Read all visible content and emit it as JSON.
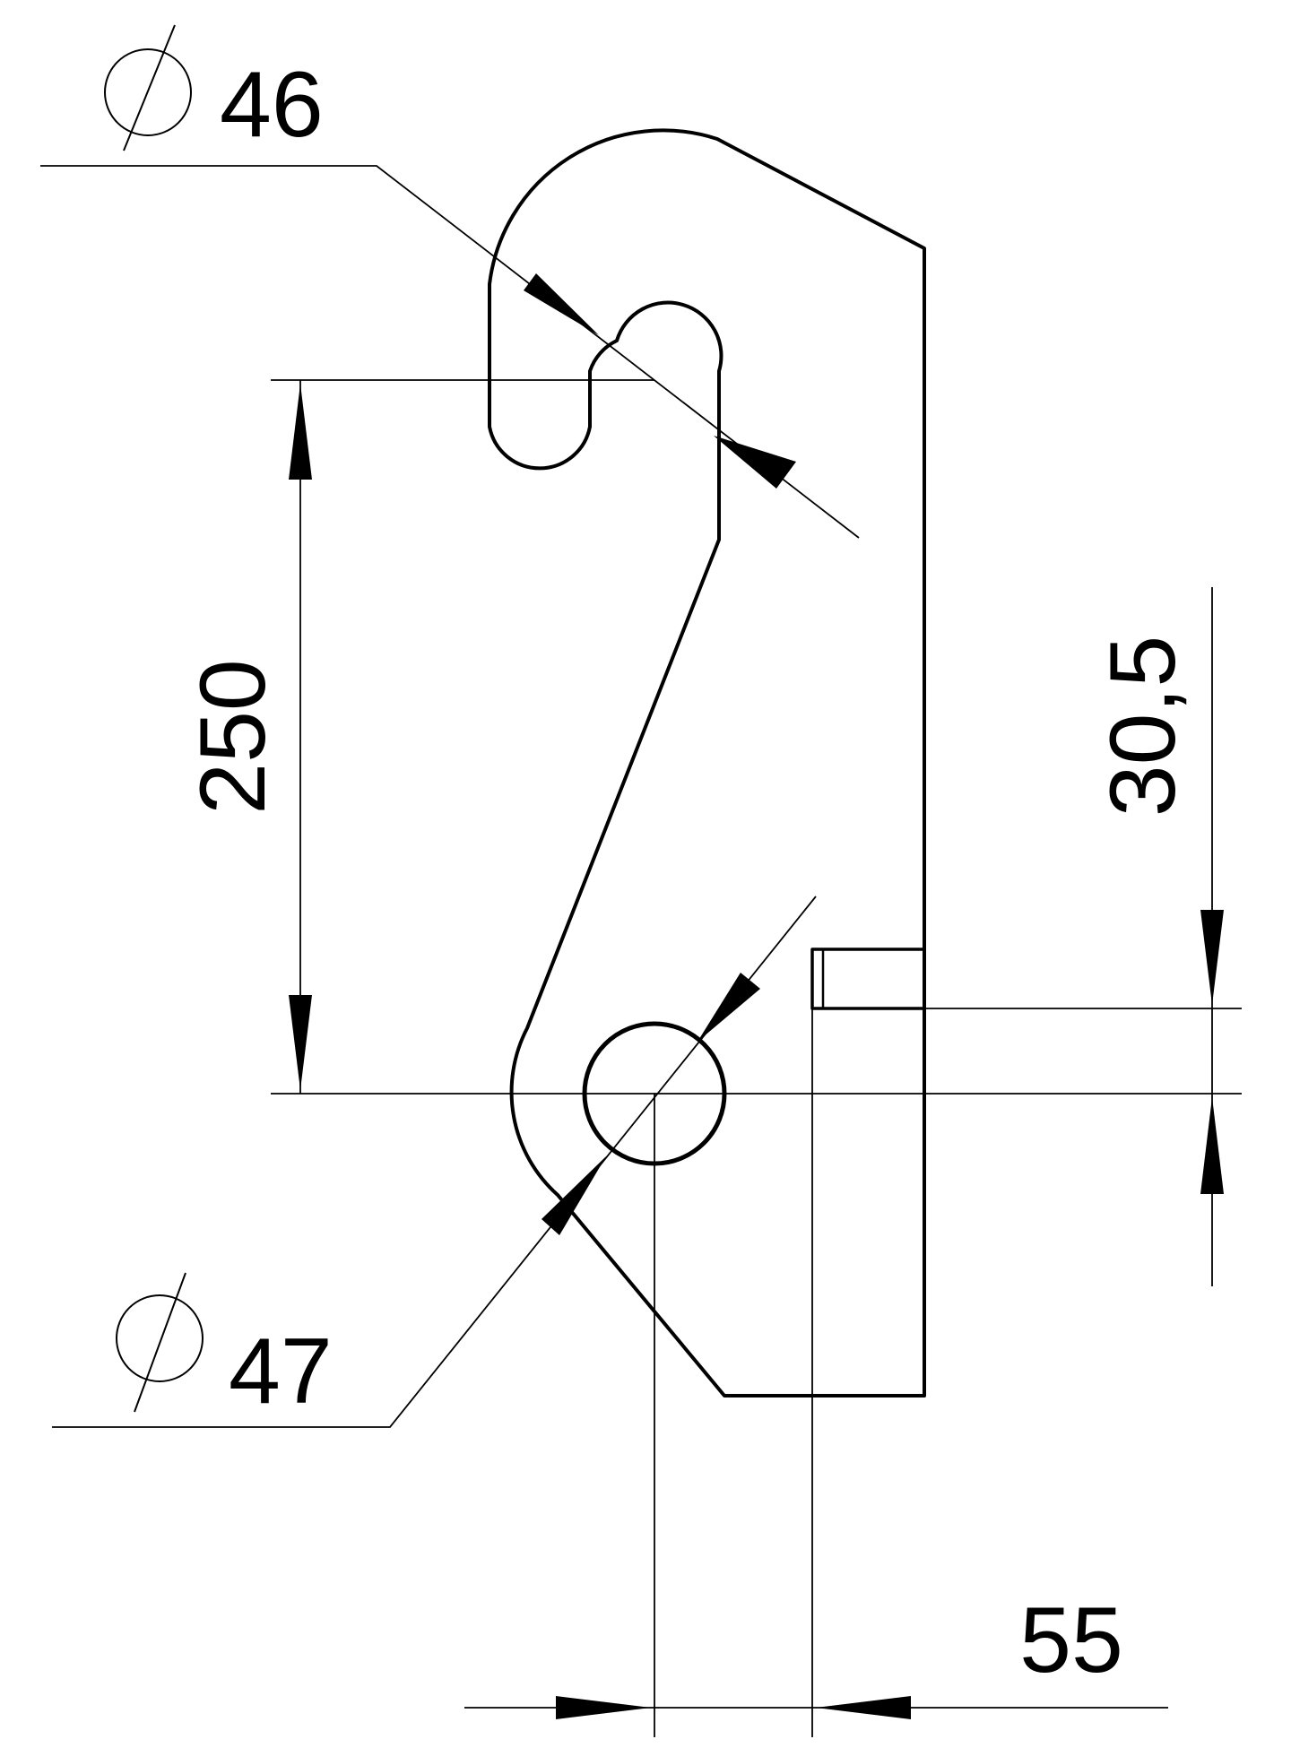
{
  "dimensions": {
    "slot_diameter": "46",
    "hole_diameter": "47",
    "vertical_distance": "250",
    "block_offset": "30,5",
    "horizontal_offset": "55"
  },
  "symbols": {
    "diameter": "diameter-symbol-icon"
  },
  "colors": {
    "line": "#000000",
    "background": "#ffffff"
  }
}
